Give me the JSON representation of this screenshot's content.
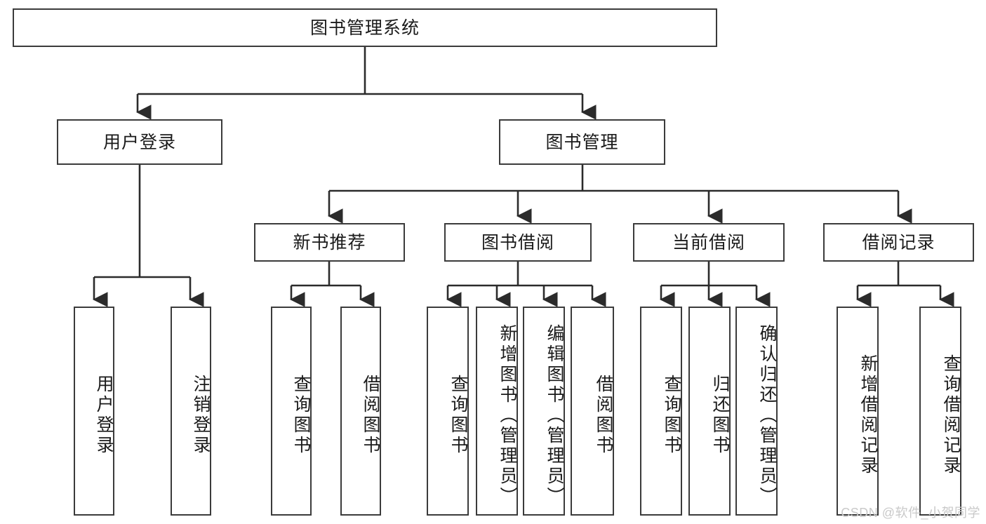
{
  "diagram": {
    "type": "tree-hierarchy-chart",
    "title": "图书管理系统",
    "watermark": "CSDN @软件_小贺同学",
    "colors": {
      "box_border": "#3b3b3b",
      "box_fill": "#ffffff",
      "edge": "#2b2b2b",
      "text": "#1a1a1a",
      "watermark": "#c9c9c9"
    },
    "levels": {
      "level1": [
        {
          "id": "root",
          "label": "图书管理系统",
          "orientation": "horizontal"
        }
      ],
      "level2": [
        {
          "id": "user-login",
          "label": "用户登录",
          "orientation": "horizontal"
        },
        {
          "id": "book-manage",
          "label": "图书管理",
          "orientation": "horizontal"
        }
      ],
      "level3": [
        {
          "id": "new-book-rec",
          "label": "新书推荐",
          "orientation": "horizontal"
        },
        {
          "id": "book-borrow",
          "label": "图书借阅",
          "orientation": "horizontal"
        },
        {
          "id": "current-borrow",
          "label": "当前借阅",
          "orientation": "horizontal"
        },
        {
          "id": "borrow-record",
          "label": "借阅记录",
          "orientation": "horizontal"
        }
      ],
      "level4": [
        {
          "id": "leaf-user-login",
          "label": "用户登录",
          "parent": "user-login",
          "orientation": "vertical"
        },
        {
          "id": "leaf-user-logout",
          "label": "注销登录",
          "parent": "user-login",
          "orientation": "vertical"
        },
        {
          "id": "leaf-query-book-1",
          "label": "查询图书",
          "parent": "new-book-rec",
          "orientation": "vertical"
        },
        {
          "id": "leaf-borrow-book-1",
          "label": "借阅图书",
          "parent": "new-book-rec",
          "orientation": "vertical"
        },
        {
          "id": "leaf-query-book-2",
          "label": "查询图书",
          "parent": "book-borrow",
          "orientation": "vertical"
        },
        {
          "id": "leaf-add-book",
          "label": "新增图书（管理员）",
          "parent": "book-borrow",
          "orientation": "vertical"
        },
        {
          "id": "leaf-edit-book",
          "label": "编辑图书（管理员）",
          "parent": "book-borrow",
          "orientation": "vertical"
        },
        {
          "id": "leaf-borrow-book-2",
          "label": "借阅图书",
          "parent": "book-borrow",
          "orientation": "vertical"
        },
        {
          "id": "leaf-query-book-3",
          "label": "查询图书",
          "parent": "current-borrow",
          "orientation": "vertical"
        },
        {
          "id": "leaf-return-book",
          "label": "归还图书",
          "parent": "current-borrow",
          "orientation": "vertical"
        },
        {
          "id": "leaf-confirm-return",
          "label": "确认归还（管理员）",
          "parent": "current-borrow",
          "orientation": "vertical"
        },
        {
          "id": "leaf-add-record",
          "label": "新增借阅记录",
          "parent": "borrow-record",
          "orientation": "vertical"
        },
        {
          "id": "leaf-query-record",
          "label": "查询借阅记录",
          "parent": "borrow-record",
          "orientation": "vertical"
        }
      ]
    }
  }
}
